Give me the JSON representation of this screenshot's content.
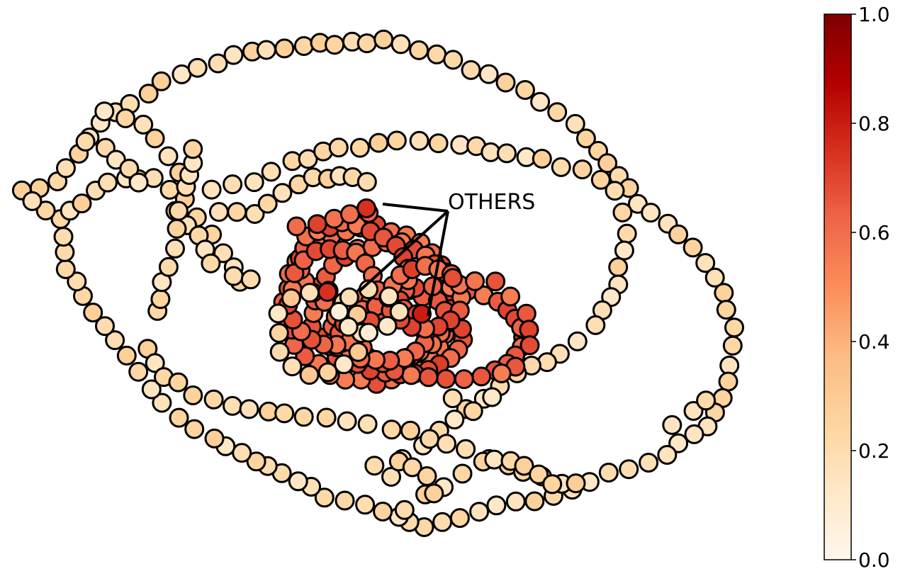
{
  "chart_data": {
    "type": "scatter",
    "title": "",
    "annotation": "OTHERS",
    "colormap": "OrRd",
    "colors": {
      "stops": [
        "#fff7ec",
        "#fee8c8",
        "#fdd49e",
        "#fdbb84",
        "#fc8d59",
        "#ef6548",
        "#d7301f",
        "#b30000",
        "#7f0000"
      ],
      "node_outline": "#000000"
    },
    "colorbar": {
      "min": 0.0,
      "max": 1.0,
      "ticks": [
        0.0,
        0.2,
        0.4,
        0.6,
        0.8,
        1.0
      ],
      "tick_labels": [
        "0.0",
        "0.2",
        "0.4",
        "0.6",
        "0.8",
        "1.0"
      ],
      "placement": "right"
    },
    "axes_visible": false,
    "grid": false,
    "node_count_estimate": 450,
    "value_ranges": {
      "outer_loops": [
        0.12,
        0.28
      ],
      "core_cluster": [
        0.55,
        0.72
      ],
      "core_highlights": [
        0.75,
        0.8
      ]
    }
  }
}
